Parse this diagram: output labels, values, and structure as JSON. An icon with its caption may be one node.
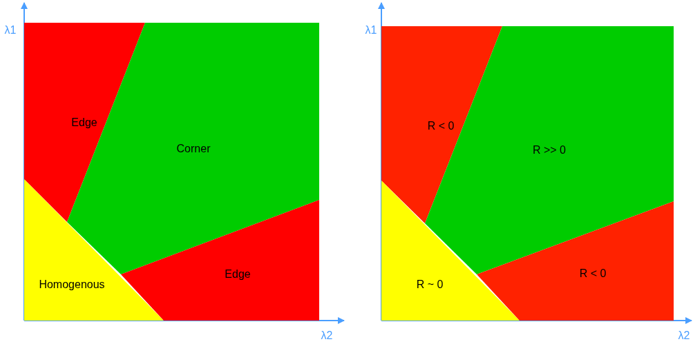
{
  "diagram": {
    "nodes": [
      {
        "text": [
          "Edge"
        ]
      },
      {
        "text": [
          "Corner"
        ]
      },
      {
        "text": [
          "Homogenous"
        ]
      },
      {
        "text": [
          "Edge"
        ]
      },
      {
        "text": [
          "R < 0"
        ]
      },
      {
        "text": [
          "R >> 0"
        ]
      },
      {
        "text": [
          "R ~ 0"
        ]
      },
      {
        "text": [
          "R < 0"
        ]
      }
    ],
    "labels": [
      "λ1",
      "λ2",
      "λ1",
      "λ2"
    ]
  }
}
